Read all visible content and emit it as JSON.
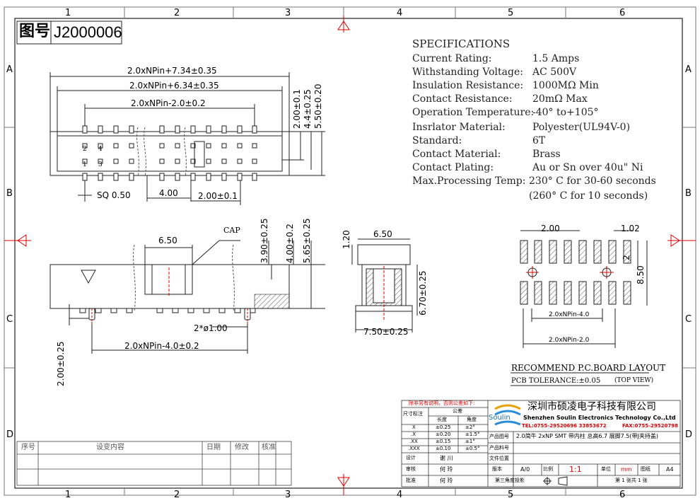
{
  "drawing_no_label": "图号",
  "drawing_no": "J2000006",
  "grid": {
    "cols": [
      "1",
      "2",
      "3",
      "4",
      "5",
      "6"
    ],
    "rows": [
      "A",
      "B",
      "C",
      "D"
    ]
  },
  "specs": {
    "title": "SPECIFICATIONS",
    "rows": [
      {
        "k": "Current Rating:",
        "v": "1.5 Amps"
      },
      {
        "k": "Withstanding Voltage:",
        "v": "AC  500V"
      },
      {
        "k": "Insulation Resistance:",
        "v": "1000MΩ   Min"
      },
      {
        "k": "Contact Resistance:",
        "v": "20mΩ Max"
      },
      {
        "k": "Operation Temperature:",
        "v": "-40° to+105°"
      },
      {
        "k": "Insrlator Material:",
        "v": "Polyester(UL94V-0)"
      },
      {
        "k": "Standard:",
        "v": "6T"
      },
      {
        "k": "Contact Material:",
        "v": "Brass"
      },
      {
        "k": "Contact Plating:",
        "v": "Au or Sn over 40u\" Ni"
      },
      {
        "k": "Max.Processing Temp:",
        "v": "230° C for 30-60 seconds"
      }
    ],
    "extra": "(260° C for 10 seconds)"
  },
  "top_view": {
    "dims": [
      "2.0xNPin+7.34±0.35",
      "2.0xNPin+6.34±0.35",
      "2.0xNPin-2.0±0.2",
      "2.00±0.1",
      "4.4±0.25",
      "5.50±0.20",
      "SQ 0.50",
      "4.00",
      "2.00±0.1"
    ],
    "pin_labels": [
      "2",
      "4",
      "1",
      "3"
    ]
  },
  "side_view": {
    "dims": [
      "6.50",
      "3.90±0.25",
      "4.00±0.2",
      "5.65±0.25",
      "2*ø1.00",
      "2.0xNPin-4.0±0.2",
      "2.00±0.25"
    ],
    "cap_label": "CAP"
  },
  "end_view": {
    "dims": [
      "6.50",
      "1.20",
      "6.70±0.25",
      "7.50±0.25"
    ]
  },
  "pcb": {
    "dims": [
      "2.00",
      "1.02",
      "2",
      "8.50",
      "2.0xNPin-4.0",
      "2.0xNPin-2.0"
    ],
    "title": "RECOMMEND P.C.BOARD LAYOUT",
    "tolerance": "PCB TOLERANCE:±0.05",
    "view": "(TOP VIEW)"
  },
  "revision": {
    "headers": [
      "序号",
      "设变内容",
      "日期",
      "修改",
      "核准"
    ]
  },
  "title_block": {
    "note": "除非另有说明，否则公差如下:",
    "tol_header": "公差",
    "size_header": "尺寸标注",
    "len_header": "长度",
    "ang_header": "角度",
    "tol_rows": [
      {
        "a": "X",
        "b": "±0.25",
        "c": "±2°"
      },
      {
        "a": ".X",
        "b": "±0.20",
        "c": "±1.5°"
      },
      {
        "a": ".XX",
        "b": "±0.15",
        "c": "±1°"
      },
      {
        "a": ".XXX",
        "b": "±0.10",
        "c": "±0.5°"
      }
    ],
    "company_cn": "深圳市硕凌电子科技有限公司",
    "company_en": "Shenzhen Soulin Electronics Technology Co.,Ltd",
    "tel": "TEL:0755-29520696 33853672",
    "fax": "FAX:0755-29520798",
    "logo": "Soulin",
    "product_name_label": "产品图号",
    "product_desc": "2.0简牛 2xNP SMT 带内柱 总高6.7 展脚7.5(带J夹持盖)",
    "product_no_label": "产品料号",
    "file_label": "文件位置",
    "design_label": "设计",
    "designer": "谢 川",
    "review_label": "审核",
    "reviewer": "何 玲",
    "approve_label": "批准",
    "approver": "何 玲",
    "version_label": "版本",
    "version": "A/0",
    "scale_label": "比例",
    "scale": "1:1",
    "unit_label": "单位",
    "unit": "mm",
    "size_label": "图纸",
    "size": "A4",
    "projection": "第三角度投影",
    "sheet": "第 1 张共 1 张"
  }
}
